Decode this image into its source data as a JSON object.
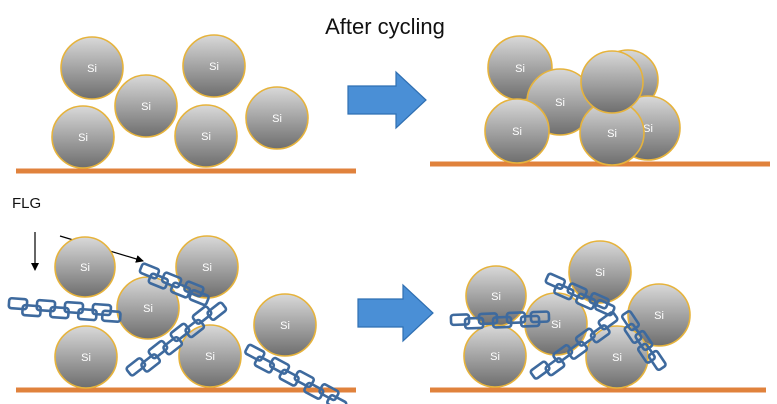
{
  "title": "After cycling",
  "flg_label": "FLG",
  "particle_label": "Si",
  "colors": {
    "particle_fill_light": "#d9d9d9",
    "particle_fill_dark": "#6e6e6e",
    "particle_outline": "#e6b33c",
    "substrate": "#e0823c",
    "arrow_fill": "#4a8fd6",
    "arrow_stroke": "#2f6fb2",
    "flg_chain": "#3e6a9e"
  },
  "icons": {
    "process_arrow": "right-block-arrow-icon",
    "pointer_arrow": "thin-pointer-arrow-icon"
  }
}
